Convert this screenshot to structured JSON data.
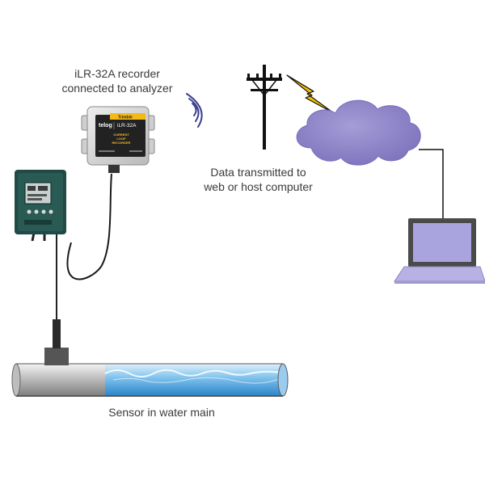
{
  "labels": {
    "recorder_line1": "iLR-32A recorder",
    "recorder_line2": "connected to analyzer",
    "data_line1": "Data transmitted to",
    "data_line2": "web or host computer",
    "sensor": "Sensor in water main"
  },
  "device": {
    "brand": "Trimble",
    "logo": "telog",
    "model": "iLR-32A",
    "subtitle_line1": "CURRENT",
    "subtitle_line2": "LOOP",
    "subtitle_line3": "RECORDER"
  },
  "icons": [
    "wireless-signal-icon",
    "utility-pole-icon",
    "lightning-bolt-icon",
    "cloud-icon",
    "laptop-icon"
  ],
  "colors": {
    "cloud": "#8c84c7",
    "laptop_screen": "#a9a4dd",
    "recorder_label": "#f5b915",
    "water": "#6fb6e6",
    "lightning": "#f2c100",
    "signal_waves": "#3c3f8f"
  }
}
